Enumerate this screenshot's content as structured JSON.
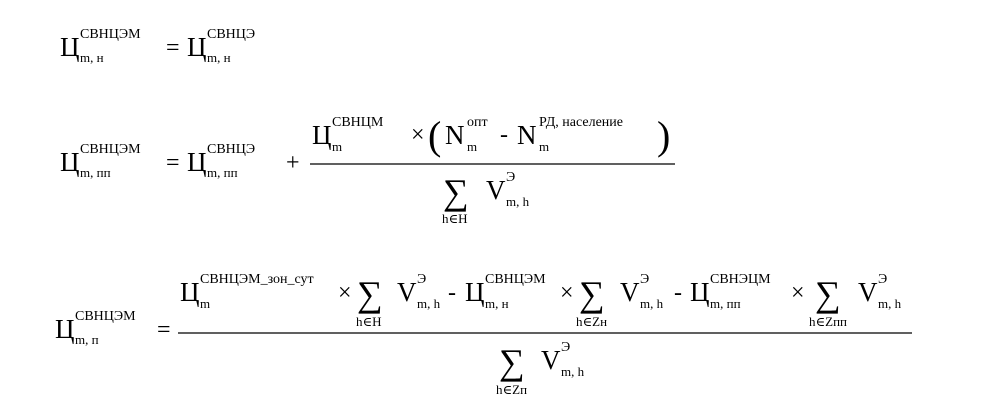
{
  "eq1": {
    "lhs": {
      "base": "Ц",
      "sup": "СВНЦЭМ",
      "sub": "m, н"
    },
    "eq_sign": "=",
    "rhs": {
      "base": "Ц",
      "sup": "СВНЦЭ",
      "sub": "m, н"
    }
  },
  "eq2": {
    "lhs": {
      "base": "Ц",
      "sup": "СВНЦЭМ",
      "sub": "m, пп"
    },
    "eq_sign": "=",
    "term1": {
      "base": "Ц",
      "sup": "СВНЦЭ",
      "sub": "m, пп"
    },
    "plus": "+",
    "num": {
      "c": {
        "base": "Ц",
        "sup": "СВНЦМ",
        "sub": "m"
      },
      "times": "×",
      "lparen": "(",
      "n1": {
        "base": "N",
        "sup": "опт",
        "sub": "m"
      },
      "minus": "-",
      "n2": {
        "base": "N",
        "sup": "РД, население",
        "sub": "m"
      },
      "rparen": ")"
    },
    "den": {
      "sum": "∑",
      "sum_sub": "h∈H",
      "v": {
        "base": "V",
        "sup": "Э",
        "sub": "m, h"
      }
    }
  },
  "eq3": {
    "lhs": {
      "base": "Ц",
      "sup": "СВНЦЭМ",
      "sub": "m, п"
    },
    "eq_sign": "=",
    "num": {
      "c1": {
        "base": "Ц",
        "sup": "СВНЦЭМ_зон_сут",
        "sub": "m"
      },
      "times1": "×",
      "s1": {
        "sum": "∑",
        "sum_sub": "h∈H",
        "v": {
          "base": "V",
          "sup": "Э",
          "sub": "m, h"
        }
      },
      "minus1": "-",
      "c2": {
        "base": "Ц",
        "sup": "СВНЦЭМ",
        "sub": "m, н"
      },
      "times2": "×",
      "s2": {
        "sum": "∑",
        "sum_sub": "h∈Zн",
        "v": {
          "base": "V",
          "sup": "Э",
          "sub": "m, h"
        }
      },
      "minus2": "-",
      "c3": {
        "base": "Ц",
        "sup": "СВНЭЦМ",
        "sub": "m, пп"
      },
      "times3": "×",
      "s3": {
        "sum": "∑",
        "sum_sub": "h∈Zпп",
        "v": {
          "base": "V",
          "sup": "Э",
          "sub": "m, h"
        }
      }
    },
    "den": {
      "sum": "∑",
      "sum_sub": "h∈Zп",
      "v": {
        "base": "V",
        "sup": "Э",
        "sub": "m, h"
      }
    }
  }
}
